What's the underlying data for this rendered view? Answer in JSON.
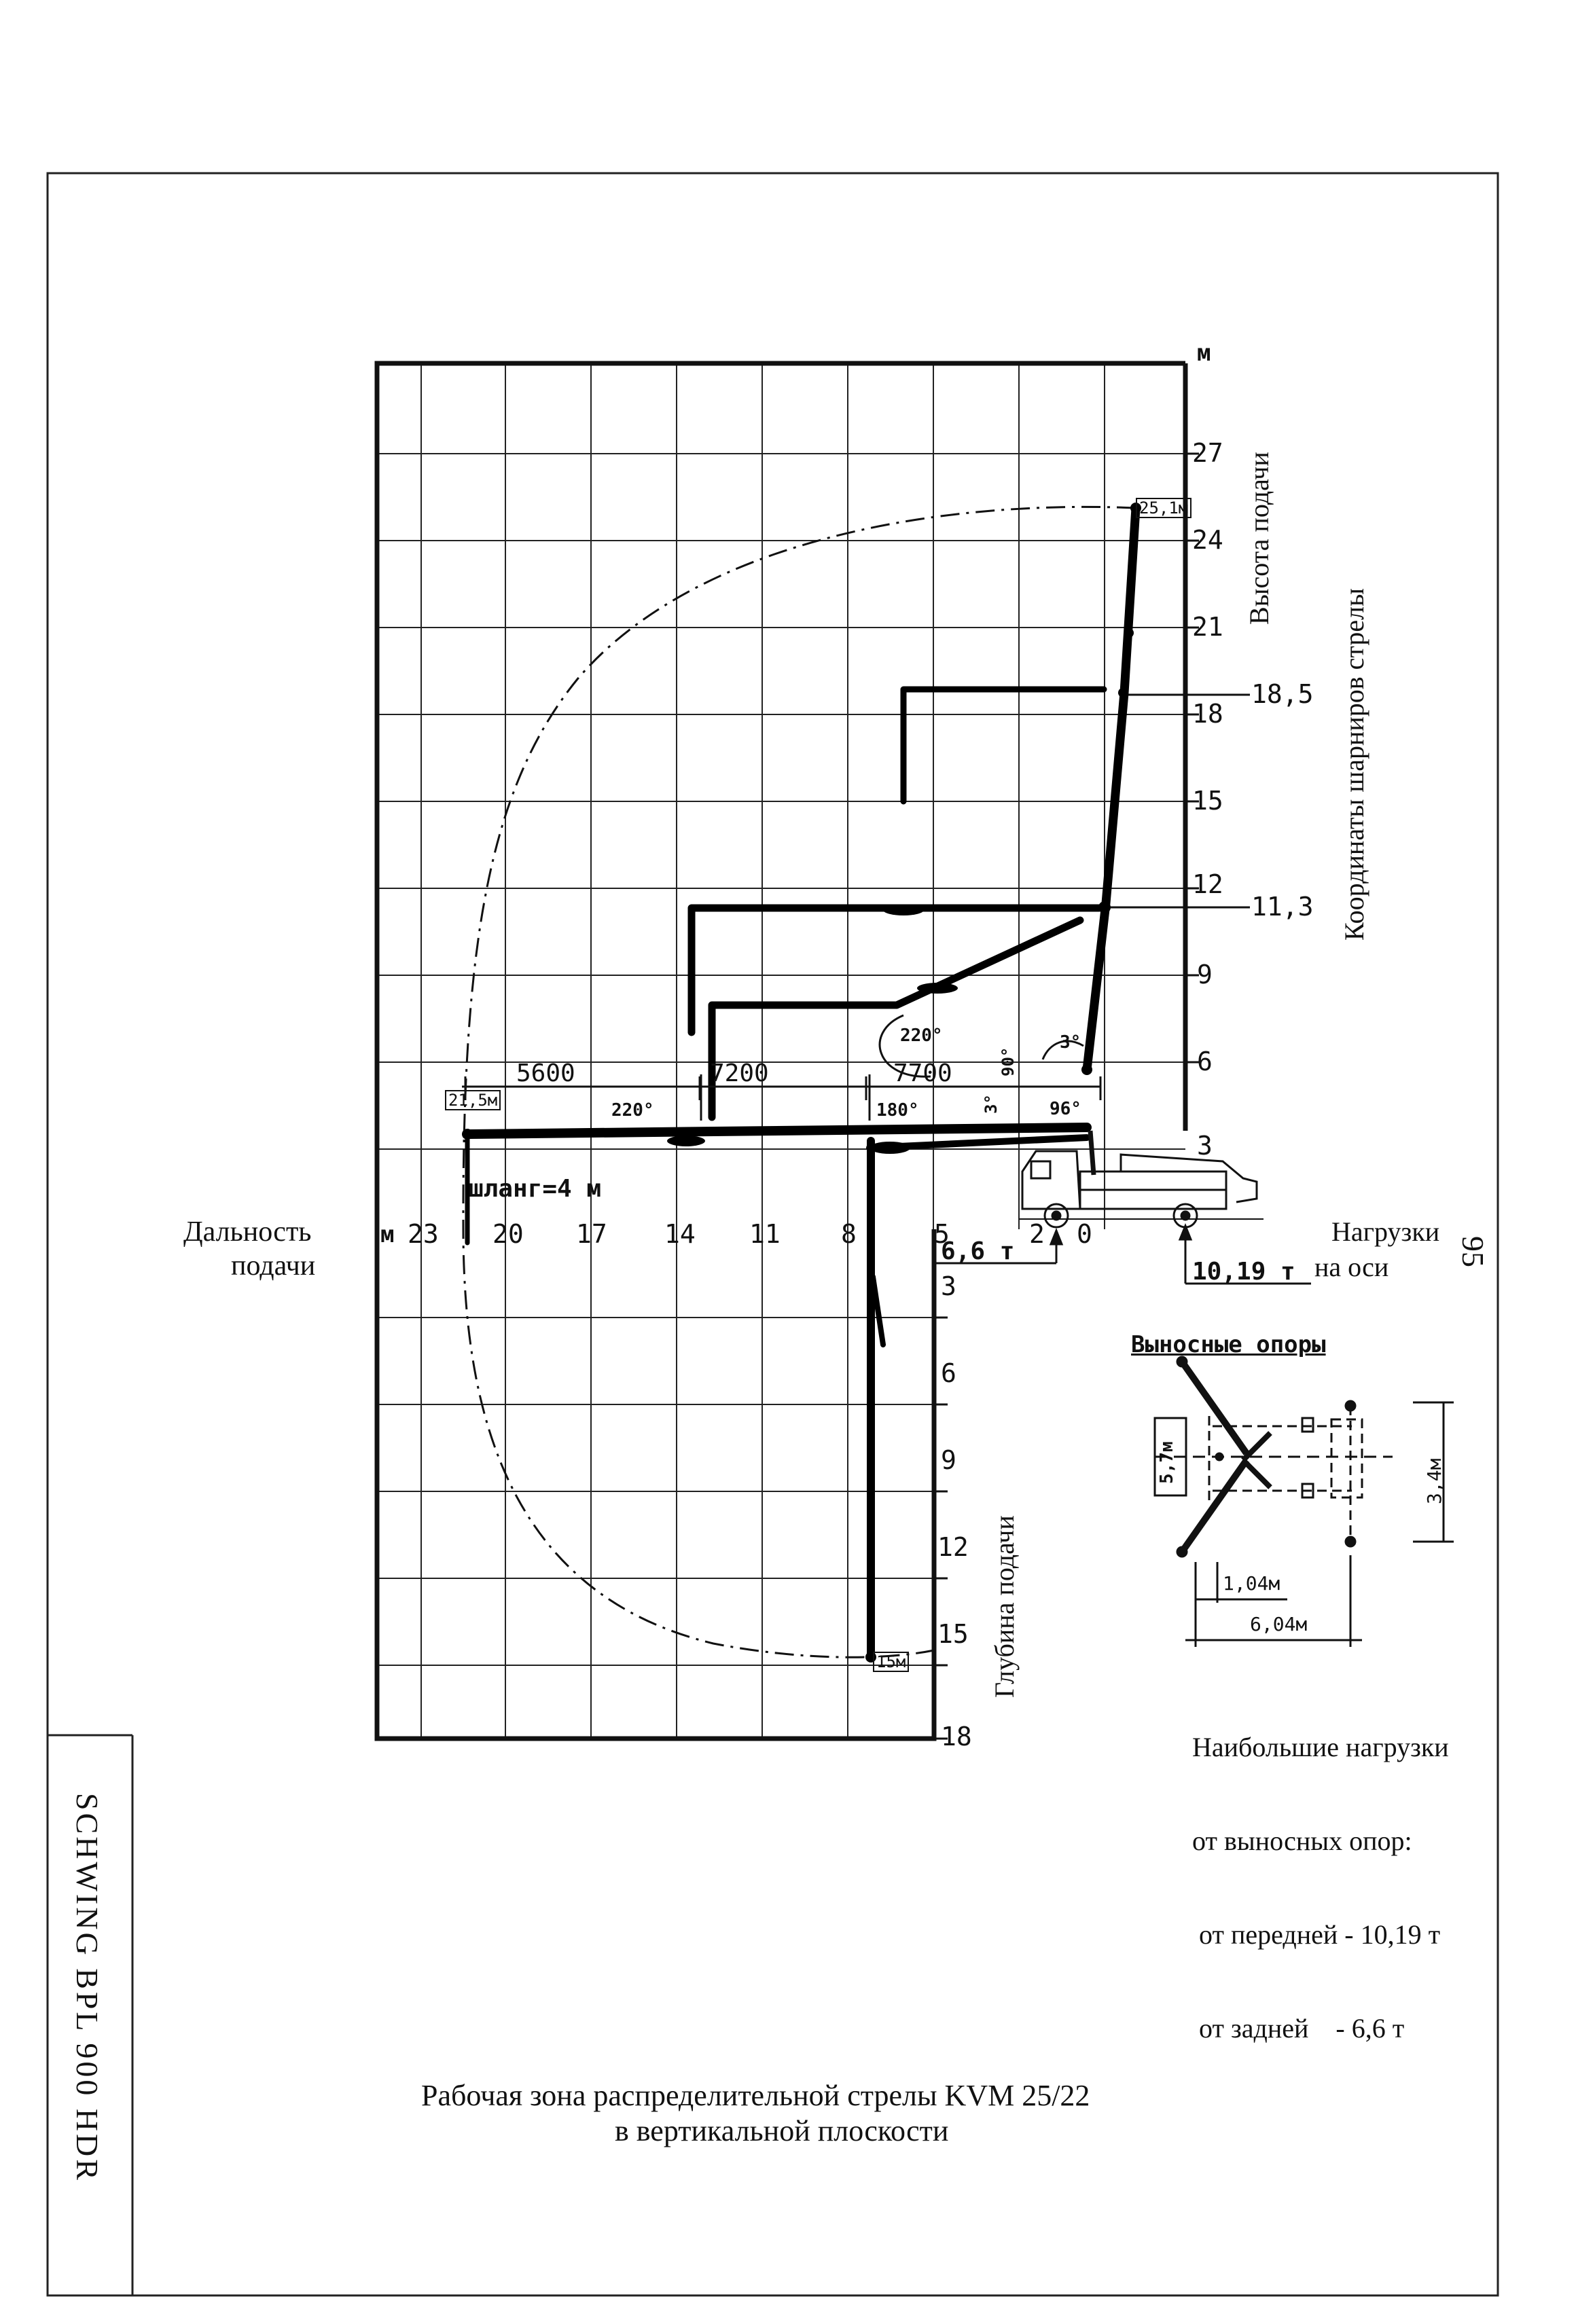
{
  "page_number": "95",
  "sidebar_title": "SCHWING BPL 900 HDR",
  "caption": {
    "line1": "Рабочая зона распределительной стрелы KVM 25/22",
    "line2": "в вертикальной плоскости"
  },
  "axes": {
    "height_unit": "м",
    "height_ticks": [
      "27",
      "24",
      "21",
      "18",
      "15",
      "12",
      "9",
      "6",
      "3"
    ],
    "height_title": "Высота подачи",
    "joint_title": "Координаты шарниров стрелы",
    "joint_marks": [
      "18,5",
      "11,3"
    ],
    "reach_unit": "м",
    "reach_ticks": [
      "23",
      "20",
      "17",
      "14",
      "11",
      "8",
      "5",
      "2",
      "0"
    ],
    "reach_title_line1": "Дальность",
    "reach_title_line2": "подачи",
    "depth_ticks": [
      "3",
      "6",
      "9",
      "12",
      "15",
      "18"
    ],
    "depth_title": "Глубина подачи"
  },
  "labels": {
    "max_height": "25,1м",
    "max_reach": "21,5м",
    "max_depth": "15м",
    "hose": "шланг=4 м",
    "dim_a": "5600",
    "dim_b": "7200",
    "dim_c": "7700",
    "angle_220_left": "220°",
    "angle_180": "180°",
    "angle_220_mid": "220°",
    "angle_90": "90°",
    "angle_3a": "3°",
    "angle_3b": "3°",
    "angle_96": "96°"
  },
  "loads": {
    "rear_axle": "6,6 т",
    "front_axle": "10,19 т",
    "title_line1": "Нагрузки",
    "title_line2": "на оси"
  },
  "outriggers": {
    "title": "Выносные опоры",
    "dim_width": "5,7м",
    "dim_height": "3,4м",
    "dim_short": "1,04м",
    "dim_long": "6,04м",
    "notes": {
      "line1": "Наибольшие нагрузки",
      "line2": "от выносных опор:",
      "line3": "от передней - 10,19 т",
      "line4": "от задней    - 6,6 т"
    }
  }
}
